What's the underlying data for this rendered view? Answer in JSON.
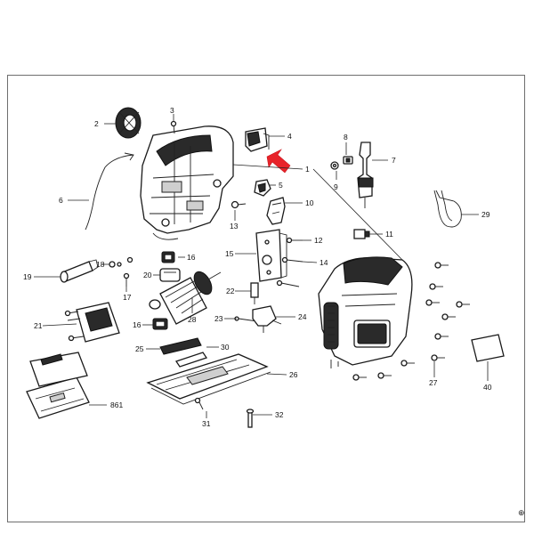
{
  "diagram": {
    "frame_marker": "⊕",
    "highlight_color": "#e8232a",
    "line_color": "#222222",
    "callouts": [
      {
        "id": "c2",
        "label": "2"
      },
      {
        "id": "c3",
        "label": "3"
      },
      {
        "id": "c4",
        "label": "4"
      },
      {
        "id": "c8",
        "label": "8"
      },
      {
        "id": "c7",
        "label": "7"
      },
      {
        "id": "c1",
        "label": "1"
      },
      {
        "id": "c9",
        "label": "9"
      },
      {
        "id": "c5",
        "label": "5"
      },
      {
        "id": "c6",
        "label": "6"
      },
      {
        "id": "c10",
        "label": "10"
      },
      {
        "id": "c29",
        "label": "29"
      },
      {
        "id": "c13",
        "label": "13"
      },
      {
        "id": "c11",
        "label": "11"
      },
      {
        "id": "c12",
        "label": "12"
      },
      {
        "id": "c15",
        "label": "15"
      },
      {
        "id": "c14",
        "label": "14"
      },
      {
        "id": "c19",
        "label": "19"
      },
      {
        "id": "c18",
        "label": "18"
      },
      {
        "id": "c16a",
        "label": "16"
      },
      {
        "id": "c20",
        "label": "20"
      },
      {
        "id": "c17",
        "label": "17"
      },
      {
        "id": "c22",
        "label": "22"
      },
      {
        "id": "c28",
        "label": "28"
      },
      {
        "id": "c21",
        "label": "21"
      },
      {
        "id": "c16b",
        "label": "16"
      },
      {
        "id": "c23",
        "label": "23"
      },
      {
        "id": "c24",
        "label": "24"
      },
      {
        "id": "c25",
        "label": "25"
      },
      {
        "id": "c30",
        "label": "30"
      },
      {
        "id": "c26",
        "label": "26"
      },
      {
        "id": "c27",
        "label": "27"
      },
      {
        "id": "c40",
        "label": "40"
      },
      {
        "id": "c861",
        "label": "861"
      },
      {
        "id": "c31",
        "label": "31"
      },
      {
        "id": "c32",
        "label": "32"
      }
    ]
  }
}
